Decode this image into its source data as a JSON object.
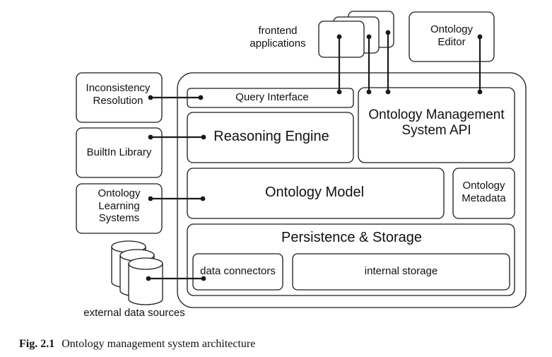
{
  "diagram": {
    "frontend_applications": "frontend\napplications",
    "ontology_editor": "Ontology\nEditor",
    "inconsistency_resolution": "Inconsistency\nResolution",
    "builtin_library": "BuiltIn Library",
    "ontology_learning_systems": "Ontology\nLearning\nSystems",
    "external_data_sources": "external data sources",
    "query_interface": "Query Interface",
    "reasoning_engine": "Reasoning Engine",
    "oms_api": "Ontology Management\nSystem API",
    "ontology_model": "Ontology Model",
    "ontology_metadata": "Ontology\nMetadata",
    "persistence_storage": "Persistence & Storage",
    "data_connectors": "data connectors",
    "internal_storage": "internal storage"
  },
  "caption": {
    "label": "Fig. 2.1",
    "text": "Ontology management system architecture"
  }
}
